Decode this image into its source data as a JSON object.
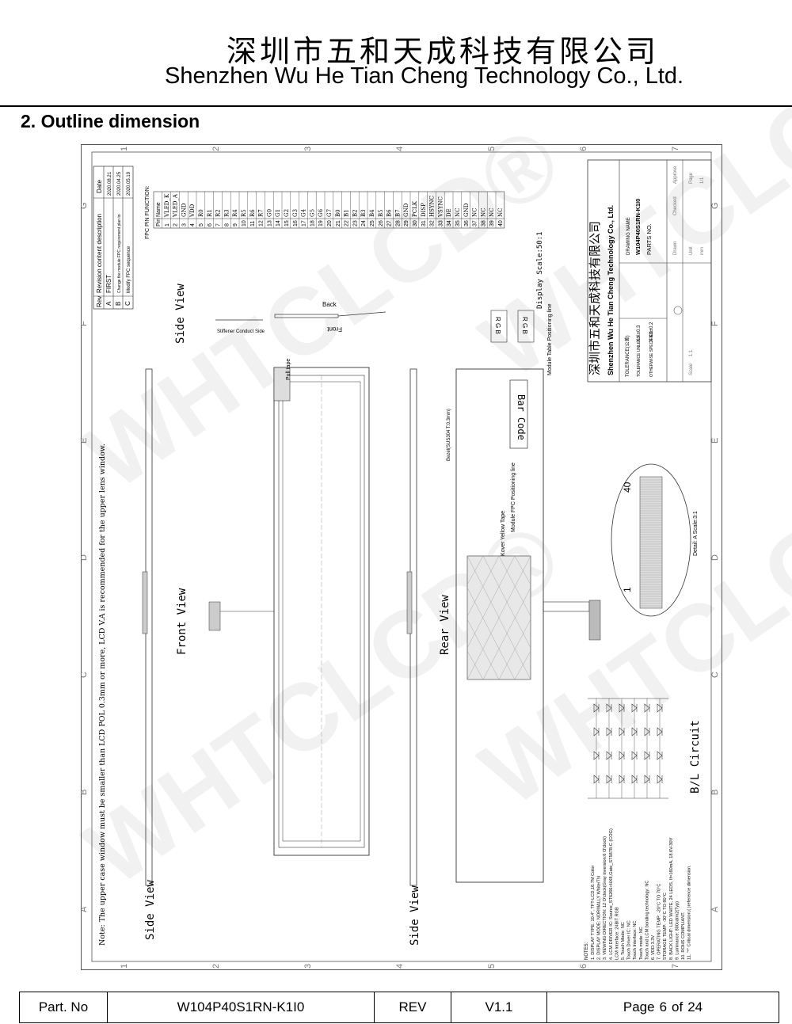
{
  "header": {
    "company_cn": "深圳市五和天成科技有限公司",
    "company_en": "Shenzhen Wu He Tian Cheng Technology Co., Ltd."
  },
  "section_title": "2. Outline dimension",
  "watermark": "WHTCLCD®",
  "drawing": {
    "grid_cols_top": [
      "1",
      "2",
      "3",
      "4",
      "5",
      "6",
      "7"
    ],
    "grid_rows_side": [
      "G",
      "F",
      "E",
      "D",
      "C",
      "B",
      "A"
    ],
    "revision": {
      "headers": [
        "Rev",
        "Revision content description",
        "Date"
      ],
      "rows": [
        [
          "A",
          "FIRST",
          "2020.08.21"
        ],
        [
          "B",
          "Change the module FPC requirement plan to",
          "2020.04.25"
        ],
        [
          "C",
          "Modify FPC sequence",
          "2020.05.19"
        ]
      ]
    },
    "pin_table": {
      "title": "FPC PIN FUNCTION:",
      "headers": [
        "Pin",
        "Name"
      ],
      "pins": [
        "VLED_K",
        "VLED_A",
        "GND",
        "VDD",
        "R0",
        "R1",
        "R2",
        "R3",
        "R4",
        "R5",
        "R6",
        "R7",
        "G0",
        "G1",
        "G2",
        "G3",
        "G4",
        "G5",
        "G6",
        "G7",
        "B0",
        "B1",
        "B2",
        "B3",
        "B4",
        "B5",
        "B6",
        "B7",
        "GND",
        "PCLK",
        "DISP",
        "HSYNC",
        "VSYNC",
        "DE",
        "NC",
        "GND",
        "NC",
        "NC",
        "NC",
        "NC"
      ]
    },
    "labels": {
      "side_view": "Side View",
      "front_view": "Front View",
      "rear_view": "Rear View",
      "bar_code": "Bar Code",
      "bl_circuit": "B/L Circuit",
      "display_scale": "Display Scale:50:1",
      "detail": "Detail: A Scale:3:1",
      "front": "Front",
      "back": "Back",
      "pull_tape": "Pull tape",
      "stiffener": "Stiffener",
      "conduct_side": "Conduct Side",
      "module_table": "Module Table Positioning line",
      "module_fpc": "Module FPC Positioning line",
      "kover": "Kover Yellow Tape",
      "bezel": "Bezel(SUS304 T:0.3mm)",
      "pin40": "40",
      "pin1": "1",
      "rgb": "R G B",
      "note": "Note: The upper case window must be smaller than LCD POL 0.3mm or more, LCD V.A is recommended for the upper lens window."
    },
    "notes_title": "NOTES:",
    "notes": [
      "1. DISPLAY TYPE: 10.4\", TFT-LCD,16.7M Color",
      "2. DISPLAY MODE: NORMALLY White/TN",
      "3. VIEWING DIRECTION: 12 O'clock(Gray inversion:6 O'clock)",
      "4. LCM DRIVER IC: Source_ST6266+HX8,Gate_ST5878-C (COG)",
      "   LCM Interface: 24BIT RGB",
      "5. Touch Mode: NC",
      "   Touch Driver IC: NC",
      "   Touch Interface: NC",
      "   Touch mode: NC",
      "   Touch and LCM bonding technology: NC",
      "6. VDD:3.3V",
      "7. OPERATING TEMP: -20°C TO 70°C",
      "   STORAGE TEMP: -30°C TO 80°C",
      "8. BACK LIGHT: LED WHITE, 24 LEDS, If=160mA, 18.6V-30V",
      "9. Luminance: 800cd/m2(Typ)",
      "10. ROHS COMPLIANT.",
      "11. \"*\" Critical dimension;( )reference dimension."
    ],
    "title_block": {
      "company_cn": "深圳市五和天成科技有限公司",
      "company_en": "Shenzhen Wu He Tian Cheng Technology Co., Ltd.",
      "tolerance": "TOLERANCE(公差)",
      "tol_unless": "TOLERANCE UNLESS",
      "tol_unless_val": "X.X±0.3",
      "otherwise": "OTHERWISE SPECIFIED",
      "otherwise_val": "X.XX±0.2",
      "drawing_name_label": "DRAWING NAME",
      "drawing_name": "W104P40S1RN-K1I0",
      "parts_no": "PARTS NO.",
      "drawn": "Drawn",
      "checked": "Checked",
      "approve": "Approve",
      "unit": "Unit",
      "unit_val": "mm",
      "scale": "Scale",
      "scale_val": "1:1",
      "page": "Page",
      "page_val": "1/1"
    }
  },
  "footer": {
    "part_label": "Part. No",
    "part_value": "W104P40S1RN-K1I0",
    "rev_label": "REV",
    "rev_value": "V1.1",
    "page_label": "Page",
    "page_num": "6",
    "of_label": "of",
    "page_total": "24"
  }
}
